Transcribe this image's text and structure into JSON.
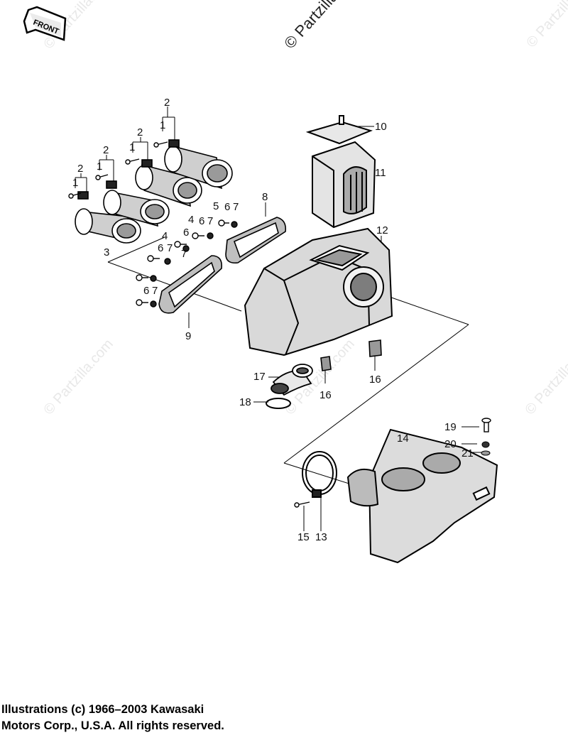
{
  "diagram": {
    "front_label": "FRONT",
    "watermark": "© Partzilla.com",
    "callouts": [
      "1",
      "2",
      "3",
      "4",
      "5",
      "6",
      "7",
      "8",
      "9",
      "10",
      "11",
      "12",
      "13",
      "14",
      "15",
      "16",
      "17",
      "18",
      "19",
      "20",
      "21"
    ]
  },
  "copyright": {
    "line1": "Illustrations (c) 1966–2003 Kawasaki",
    "line2": "Motors Corp., U.S.A.  All rights reserved."
  }
}
